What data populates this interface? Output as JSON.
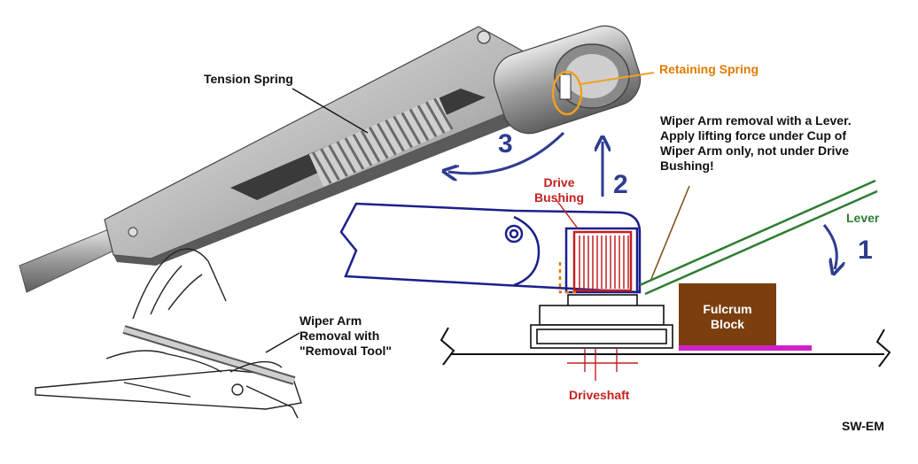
{
  "labels": {
    "tension_spring": "Tension Spring",
    "retaining_spring": "Retaining Spring",
    "instruction_line1": "Wiper Arm removal with a Lever.",
    "instruction_line2": "Apply lifting force under Cup of",
    "instruction_line3": "Wiper Arm only, not under Drive",
    "instruction_line4": "Bushing!",
    "drive_bushing_line1": "Drive",
    "drive_bushing_line2": "Bushing",
    "lever": "Lever",
    "fulcrum_line1": "Fulcrum",
    "fulcrum_line2": "Block",
    "driveshaft": "Driveshaft",
    "removal_tool_line1": "Wiper Arm",
    "removal_tool_line2": "Removal with",
    "removal_tool_line3": "\"Removal Tool\"",
    "credit": "SW-EM"
  },
  "steps": {
    "step1": "1",
    "step2": "2",
    "step3": "3"
  },
  "colors": {
    "outline_blue": "#1c1f8c",
    "arrow_blue": "#2e3d8f",
    "retaining_orange": "#f0a020",
    "label_orange": "#e07b00",
    "bushing_red": "#c42020",
    "lever_green": "#2e7d32",
    "fulcrum_brown": "#7b3f0f",
    "pad_magenta": "#d020c8",
    "metal": "#a8a8a8"
  },
  "icons": {
    "wiper_arm": "wiper-arm-photo-icon",
    "removal_tool": "removal-tool-sketch-icon"
  }
}
